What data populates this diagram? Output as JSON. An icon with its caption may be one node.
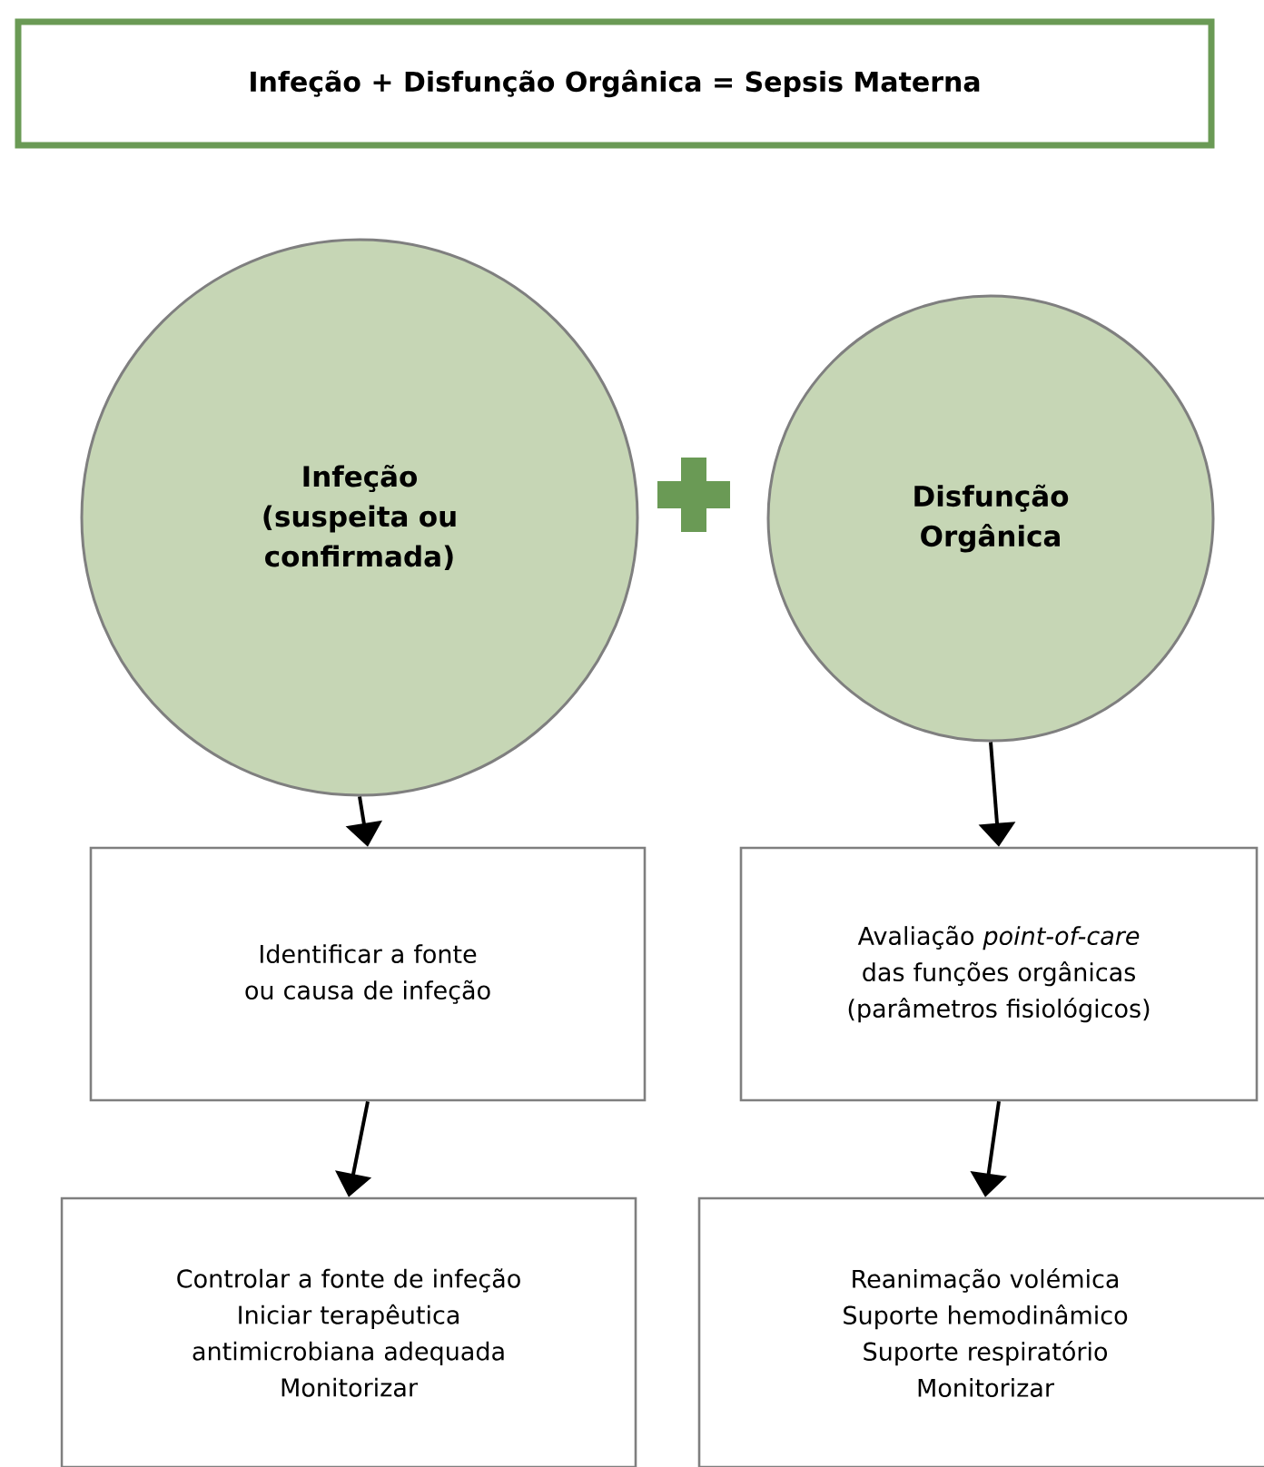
{
  "diagram": {
    "nodes": [
      {
        "text": [
          "Infeção + Disfunção Orgânica = Sepsis Materna"
        ]
      },
      {
        "text": [
          "Infeção (suspeita ou confirmada)"
        ]
      },
      {
        "text": [
          "Disfunção Orgânica"
        ]
      },
      {
        "text": [
          "Identificar a fonte ou causa de infeção"
        ]
      },
      {
        "text": [
          "Avaliação *point-of-care* das funções orgânicas (parâmetros fisiológicos)"
        ]
      },
      {
        "text": [
          "Controlar a fonte de infeção",
          "Iniciar terapêutica",
          "antimicrobiana adequada",
          "Monitorizar"
        ]
      },
      {
        "text": [
          "Reanimação volémica",
          "Suporte hemodinâmico",
          "Suporte respiratório",
          "Monitorizar"
        ]
      }
    ],
    "edges": [
      {
        "from": 1,
        "to": 3,
        "arrow": "to"
      },
      {
        "from": 3,
        "to": 5,
        "arrow": "to"
      },
      {
        "from": 2,
        "to": 4,
        "arrow": "to"
      },
      {
        "from": 4,
        "to": 6,
        "arrow": "to"
      }
    ]
  }
}
